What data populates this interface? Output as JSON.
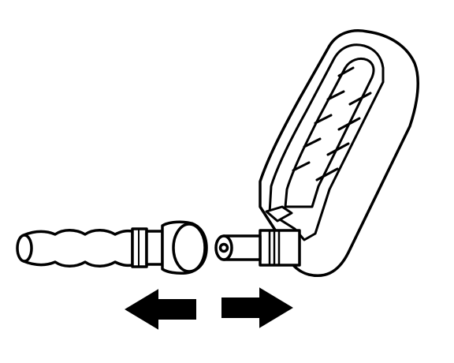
{
  "diagram": {
    "parts": [
      {
        "id": "hose-connector",
        "label": ""
      },
      {
        "id": "quick-connect-tool",
        "label": ""
      }
    ],
    "arrows": [
      {
        "id": "arrow-left",
        "direction": "left"
      },
      {
        "id": "arrow-right",
        "direction": "right"
      }
    ],
    "colors": {
      "ink": "#000000",
      "paper": "#ffffff"
    }
  }
}
